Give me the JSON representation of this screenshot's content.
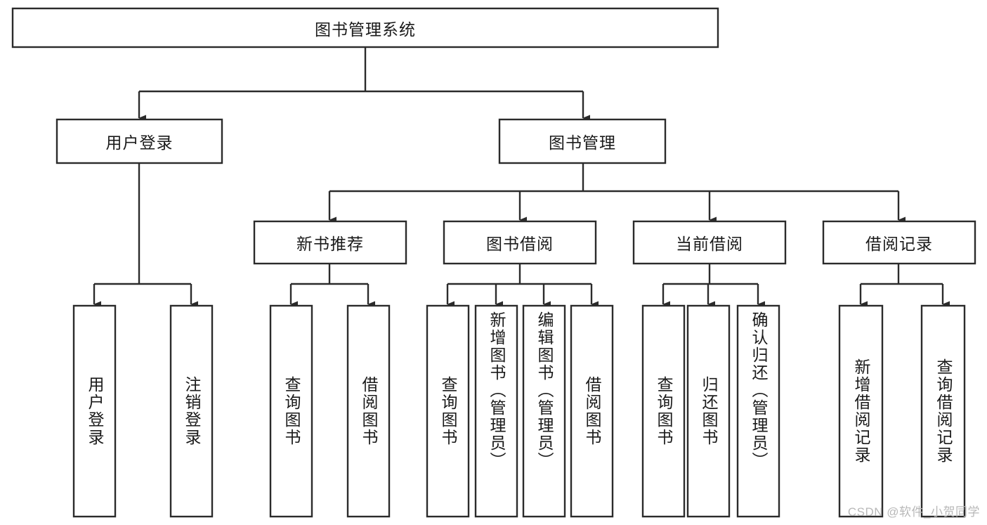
{
  "diagram": {
    "type": "tree-hierarchy",
    "orientation": "top-down",
    "title": "图书管理系统",
    "colors": {
      "box_stroke": "#2b2b2b",
      "box_fill": "#ffffff",
      "connector": "#2b2b2b",
      "text": "#1a1a1a",
      "background": "#ffffff",
      "watermark": "#b8b8b8"
    },
    "root": {
      "label": "图书管理系统"
    },
    "level2": [
      {
        "label": "用户登录"
      },
      {
        "label": "图书管理"
      }
    ],
    "level3": [
      {
        "label": "新书推荐"
      },
      {
        "label": "图书借阅"
      },
      {
        "label": "当前借阅"
      },
      {
        "label": "借阅记录"
      }
    ],
    "leaves": {
      "user_login": [
        {
          "label": "用户登录"
        },
        {
          "label": "注销登录"
        }
      ],
      "new_book": [
        {
          "label": "查询图书"
        },
        {
          "label": "借阅图书"
        }
      ],
      "book_borrow": [
        {
          "label": "查询图书"
        },
        {
          "label": "新增图书（管理员）"
        },
        {
          "label": "编辑图书（管理员）"
        },
        {
          "label": "借阅图书"
        }
      ],
      "current_borrow": [
        {
          "label": "查询图书"
        },
        {
          "label": "归还图书"
        },
        {
          "label": "确认归还（管理员）"
        }
      ],
      "borrow_record": [
        {
          "label": "新增借阅记录"
        },
        {
          "label": "查询借阅记录"
        }
      ]
    }
  },
  "watermark": {
    "text": "CSDN @软件_小贺同学"
  }
}
